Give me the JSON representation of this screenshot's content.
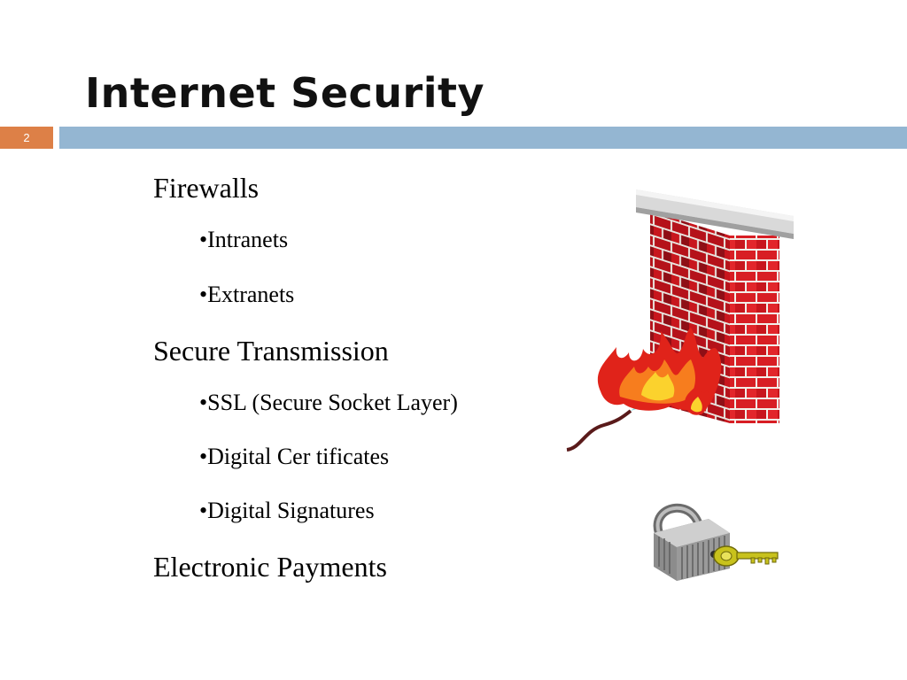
{
  "slide": {
    "title": "Internet Security",
    "page_number": "2"
  },
  "colors": {
    "accent_orange": "#dd8047",
    "header_bar_blue": "#94b6d2",
    "brick_red": "#c8161d",
    "key_yellow": "#c8c21c"
  },
  "content": {
    "firewalls": {
      "label": "Firewalls",
      "items": [
        "•Intranets",
        "•Extranets"
      ]
    },
    "secure_transmission": {
      "label": "Secure Transmission",
      "items": [
        "•SSL (Secure Socket Layer)",
        "•Digital Cer tificates",
        "•Digital Signatures"
      ]
    },
    "electronic_payments": {
      "label": "Electronic Payments"
    }
  },
  "illustrations": {
    "wall_icon": "burning-brick-firewall-icon",
    "lock_icon": "padlock-with-key-icon"
  }
}
